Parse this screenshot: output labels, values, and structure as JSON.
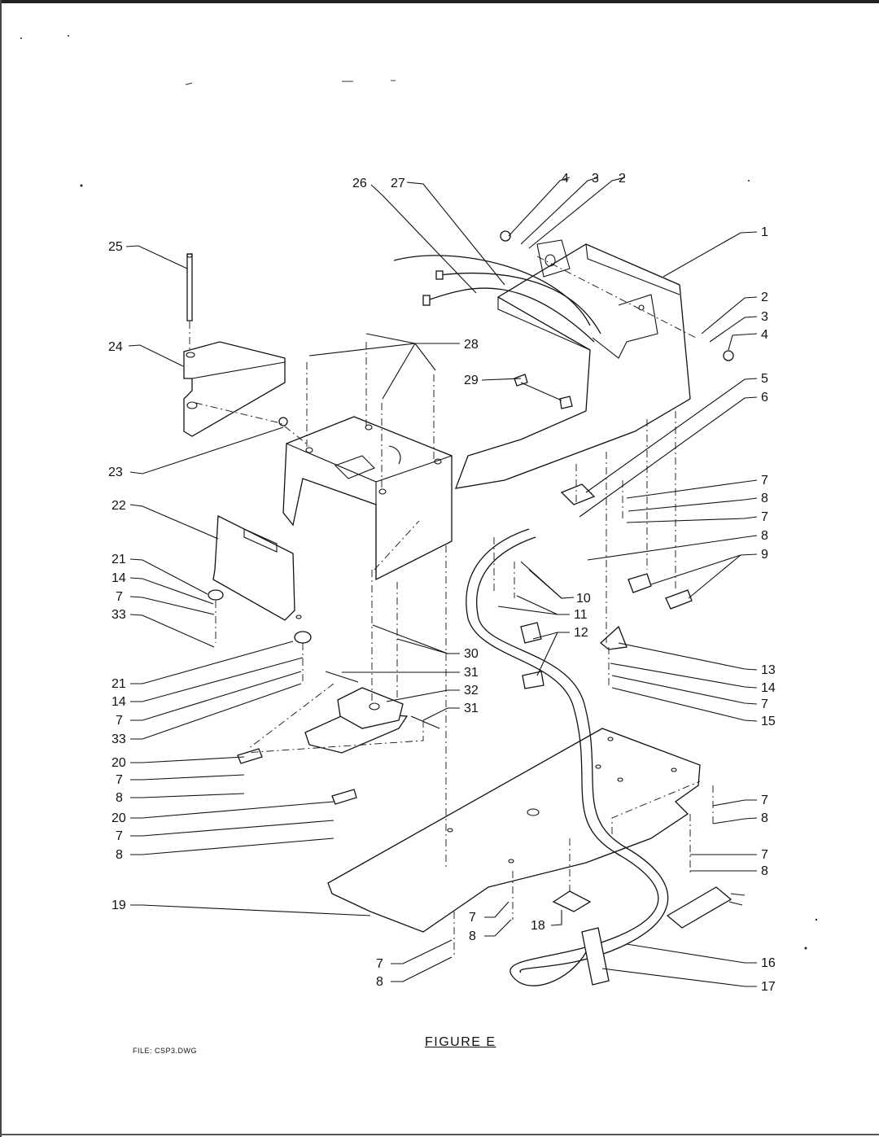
{
  "figure": {
    "title": "FIGURE E",
    "file": "FILE: CSP3.DWG"
  },
  "callouts": [
    {
      "id": "c26",
      "label": "26"
    },
    {
      "id": "c27",
      "label": "27"
    },
    {
      "id": "c4a",
      "label": "4"
    },
    {
      "id": "c3a",
      "label": "3"
    },
    {
      "id": "c2a",
      "label": "2"
    },
    {
      "id": "c1",
      "label": "1"
    },
    {
      "id": "c25",
      "label": "25"
    },
    {
      "id": "c2b",
      "label": "2"
    },
    {
      "id": "c3b",
      "label": "3"
    },
    {
      "id": "c4b",
      "label": "4"
    },
    {
      "id": "c24",
      "label": "24"
    },
    {
      "id": "c28",
      "label": "28"
    },
    {
      "id": "c29",
      "label": "29"
    },
    {
      "id": "c5",
      "label": "5"
    },
    {
      "id": "c6",
      "label": "6"
    },
    {
      "id": "c23",
      "label": "23"
    },
    {
      "id": "c7a",
      "label": "7"
    },
    {
      "id": "c8a",
      "label": "8"
    },
    {
      "id": "c22",
      "label": "22"
    },
    {
      "id": "c7b",
      "label": "7"
    },
    {
      "id": "c8b",
      "label": "8"
    },
    {
      "id": "c21a",
      "label": "21"
    },
    {
      "id": "c9",
      "label": "9"
    },
    {
      "id": "c14a",
      "label": "14"
    },
    {
      "id": "c7c",
      "label": "7"
    },
    {
      "id": "c10",
      "label": "10"
    },
    {
      "id": "c33a",
      "label": "33"
    },
    {
      "id": "c11",
      "label": "11"
    },
    {
      "id": "c12",
      "label": "12"
    },
    {
      "id": "c30",
      "label": "30"
    },
    {
      "id": "c21b",
      "label": "21"
    },
    {
      "id": "c31a",
      "label": "31"
    },
    {
      "id": "c13",
      "label": "13"
    },
    {
      "id": "c14b",
      "label": "14"
    },
    {
      "id": "c32",
      "label": "32"
    },
    {
      "id": "c14c",
      "label": "14"
    },
    {
      "id": "c7d",
      "label": "7"
    },
    {
      "id": "c7e",
      "label": "7"
    },
    {
      "id": "c31b",
      "label": "31"
    },
    {
      "id": "c15",
      "label": "15"
    },
    {
      "id": "c33b",
      "label": "33"
    },
    {
      "id": "c20a",
      "label": "20"
    },
    {
      "id": "c7f",
      "label": "7"
    },
    {
      "id": "c8c",
      "label": "8"
    },
    {
      "id": "c7g",
      "label": "7"
    },
    {
      "id": "c20b",
      "label": "20"
    },
    {
      "id": "c8d",
      "label": "8"
    },
    {
      "id": "c7h",
      "label": "7"
    },
    {
      "id": "c8e",
      "label": "8"
    },
    {
      "id": "c7i",
      "label": "7"
    },
    {
      "id": "c8f",
      "label": "8"
    },
    {
      "id": "c19",
      "label": "19"
    },
    {
      "id": "c7j",
      "label": "7"
    },
    {
      "id": "c8g",
      "label": "8"
    },
    {
      "id": "c18",
      "label": "18"
    },
    {
      "id": "c16",
      "label": "16"
    },
    {
      "id": "c7k",
      "label": "7"
    },
    {
      "id": "c17",
      "label": "17"
    },
    {
      "id": "c8h",
      "label": "8"
    }
  ]
}
